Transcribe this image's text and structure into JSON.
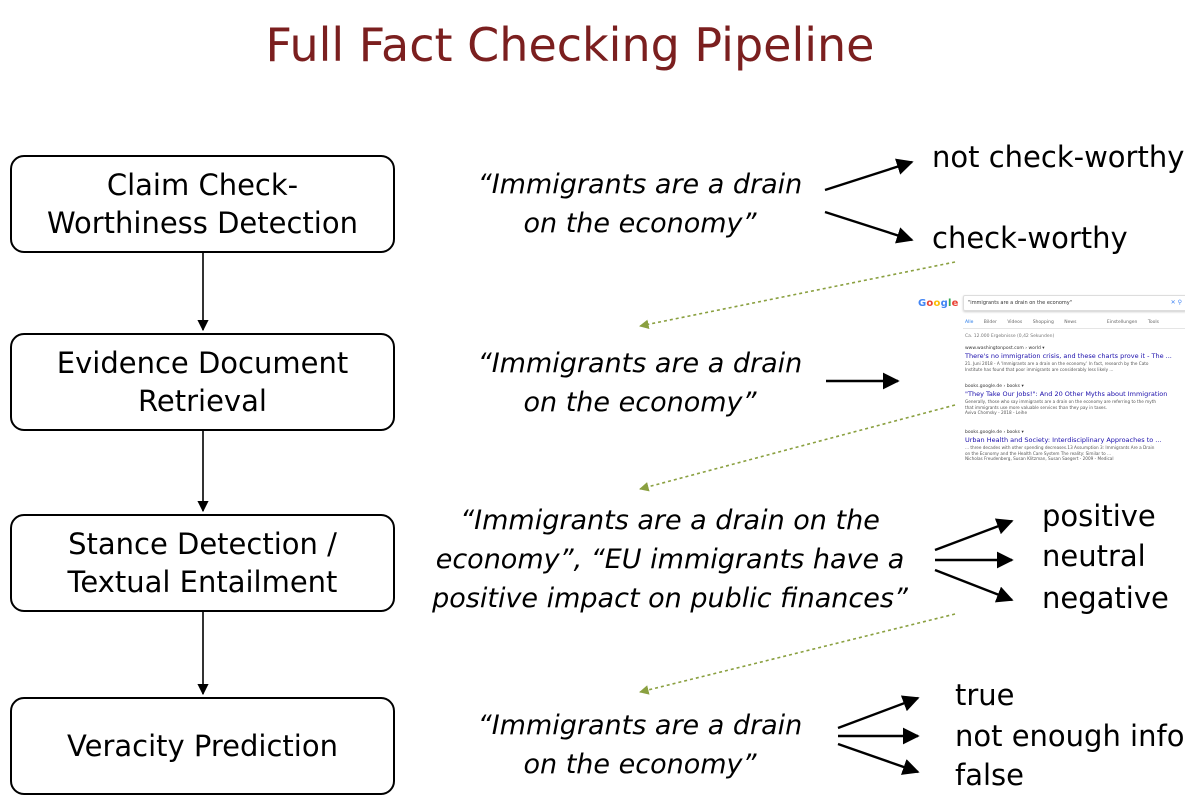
{
  "title": "Full Fact Checking Pipeline",
  "stages": [
    {
      "label": "Claim Check-\nWorthiness Detection"
    },
    {
      "label": "Evidence Document\nRetrieval"
    },
    {
      "label": "Stance Detection /\nTextual Entailment"
    },
    {
      "label": "Veracity Prediction"
    }
  ],
  "claims": [
    "“Immigrants are a drain\non the economy”",
    "“Immigrants are a drain\non the economy”",
    "“Immigrants are a drain on the\neconomy”, “EU immigrants have a\npositive impact on public finances”",
    "“Immigrants are a drain\non the economy”"
  ],
  "outputs": {
    "checkworthiness": [
      "not check-worthy",
      "check-worthy"
    ],
    "stance": [
      "positive",
      "neutral",
      "negative"
    ],
    "veracity": [
      "true",
      "not enough info",
      "false"
    ]
  },
  "search_screenshot": {
    "logo": "Google",
    "query": "\"immigrants are a drain on the economy\"",
    "tabs": [
      "Alle",
      "Bilder",
      "Videos",
      "Shopping",
      "News",
      "Einstellungen",
      "Tools"
    ],
    "stats": "Ca. 12.000 Ergebnisse (0,42 Sekunden)",
    "results": [
      {
        "url": "www.washingtonpost.com › world ▾",
        "title": "There's no immigration crisis, and these charts prove it - The ...",
        "snippet": "21. Juni 2018 - A 'Immigrants are a drain on the economy.' In fact, research by the Cato\nInstitute has found that poor immigrants are considerably less likely ..."
      },
      {
        "url": "books.google.de › books ▾",
        "title": "\"They Take Our Jobs!\": And 20 Other Myths about Immigration",
        "snippet": "Generally, those who say immigrants are a drain on the economy are referring to the myth\nthat immigrants use more valuable services than they pay in taxes.\nAviva Chomsky - 2018 - Leihe"
      },
      {
        "url": "books.google.de › books ▾",
        "title": "Urban Health and Society: Interdisciplinary Approaches to ...",
        "snippet": "... three decades with other spending decreases.13 Assumption 3: Immigrants Are a Drain\non the Economy and the Health Care System The reality: Similar to ...\nNicholas Freudenberg, Susan Klitzman, Susan Saegert - 2009 - Medical"
      }
    ]
  },
  "colors": {
    "title": "#7b1f1f",
    "dotted_arrow": "#8aa040",
    "stroke": "#000000"
  }
}
